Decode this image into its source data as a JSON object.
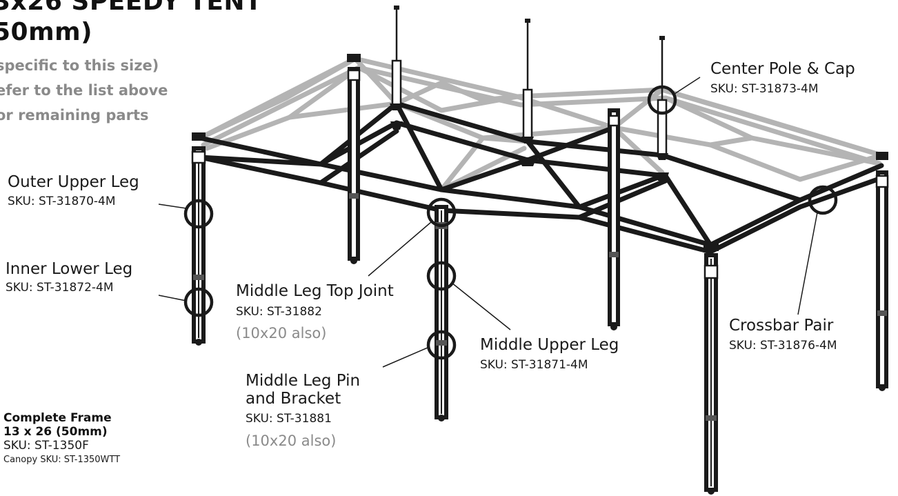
{
  "header": {
    "title_line1": "3x26 SPEEDY TENT",
    "title_line2": "50mm)",
    "note_line1": "specific to this size)",
    "note_line2": "efer to the list above",
    "note_line3": "or remaining parts"
  },
  "callouts": {
    "center_pole": {
      "name": "Center Pole & Cap",
      "sku": "SKU: ST-31873-4M"
    },
    "outer_upper_leg": {
      "name": "Outer Upper Leg",
      "sku": "SKU: ST-31870-4M"
    },
    "inner_lower_leg": {
      "name": "Inner Lower Leg",
      "sku": "SKU: ST-31872-4M"
    },
    "middle_leg_top_joint": {
      "name": "Middle Leg Top Joint",
      "sku": "SKU: ST-31882",
      "note": "(10x20 also)"
    },
    "middle_upper_leg": {
      "name": "Middle Upper Leg",
      "sku": "SKU: ST-31871-4M"
    },
    "crossbar_pair": {
      "name": "Crossbar Pair",
      "sku": "SKU: ST-31876-4M"
    },
    "middle_leg_pin": {
      "name_line1": "Middle Leg Pin",
      "name_line2": "and Bracket",
      "sku": "SKU: ST-31881",
      "note": "(10x20 also)"
    }
  },
  "complete_frame": {
    "heading_line1": "Complete Frame",
    "heading_line2": "13 x 26 (50mm)",
    "sku": "SKU: ST-1350F",
    "canopy_sku": "Canopy SKU: ST-1350WTT"
  },
  "colors": {
    "frame_black": "#1a1a1a",
    "frame_back": "#b4b4b4",
    "muted_text": "#8a8a8a"
  }
}
